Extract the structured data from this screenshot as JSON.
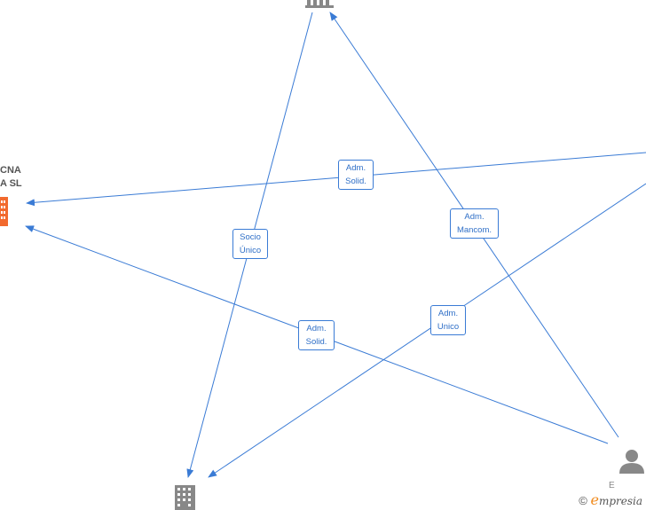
{
  "nodes": {
    "company_left": {
      "line1": "CNA",
      "line2": "A SL",
      "color": "#f26a2e"
    },
    "company_top": {
      "color": "#888888"
    },
    "company_bottom": {
      "color": "#888888"
    },
    "person_bottom_right": {
      "label_fragment": "E  ",
      "color": "#888888"
    }
  },
  "edges": {
    "adm_solid_top": {
      "line1": "Adm.",
      "line2": "Solid."
    },
    "socio_unico": {
      "line1": "Socio",
      "line2": "Único"
    },
    "adm_mancom": {
      "line1": "Adm.",
      "line2": "Mancom."
    },
    "adm_solid_bottom": {
      "line1": "Adm.",
      "line2": "Solid."
    },
    "adm_unico": {
      "line1": "Adm.",
      "line2": "Unico"
    }
  },
  "colors": {
    "edge": "#3a7bd5",
    "label_text": "#2f6fc7"
  },
  "brand": {
    "copyright": "©",
    "e": "e",
    "rest": "mpresia"
  }
}
